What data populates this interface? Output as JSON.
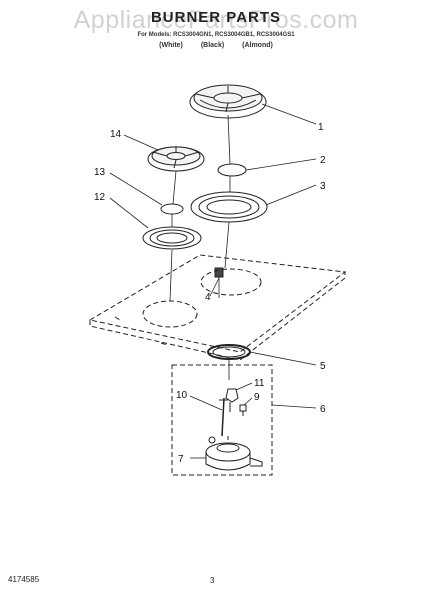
{
  "watermark": "AppliancePartsPros.com",
  "title": "BURNER PARTS",
  "subtitle": "For Models: RCS3004GN1, RCS3004GB1, RCS3004GS1",
  "variants": [
    "(White)",
    "(Black)",
    "(Almond)"
  ],
  "doc_number": "4174585",
  "page_number": "3",
  "callouts": [
    "1",
    "2",
    "3",
    "4",
    "5",
    "6",
    "7",
    "9",
    "10",
    "11",
    "12",
    "13",
    "14"
  ]
}
